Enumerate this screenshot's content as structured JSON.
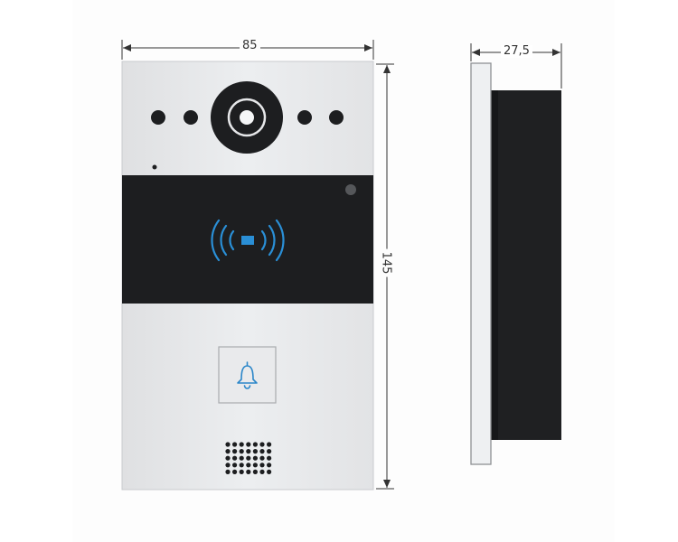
{
  "dimensions": {
    "width": "85",
    "height": "145",
    "depth": "27,5"
  },
  "colors": {
    "faceplate": "#e6e7e9",
    "faceplate_edge": "#c9cbce",
    "dark_panel": "#1d1e20",
    "rfid_blue": "#2a8fd6",
    "bell_blue": "#2a86c9",
    "side_body": "#1f2022",
    "side_plate": "#eef0f2",
    "dimension_line": "#333333"
  },
  "icons": [
    "camera-lens-icon",
    "rfid-wave-icon",
    "bell-icon",
    "speaker-grille-icon",
    "microphone-hole-icon",
    "led-indicator-icon"
  ]
}
